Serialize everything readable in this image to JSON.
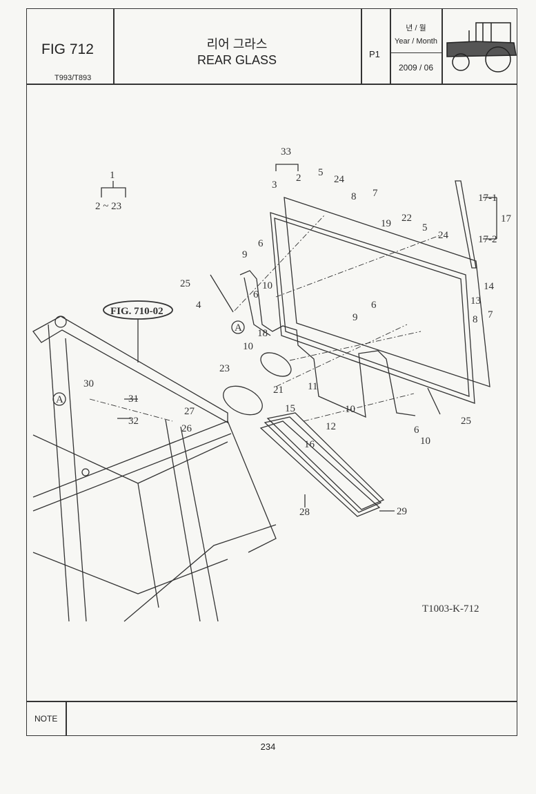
{
  "header": {
    "fig_number": "FIG 712",
    "model": "T993/T893",
    "title_ko": "리어 그라스",
    "title_en": "REAR GLASS",
    "page": "P1",
    "date_label_ko": "년 / 월",
    "date_label_en": "Year / Month",
    "date_value": "2009 / 06"
  },
  "diagram": {
    "ref_figure": "FIG. 710-02",
    "drawing_code": "T1003-K-712",
    "group_label": "1",
    "group_range": "2 ~ 23",
    "callouts": [
      "33",
      "2",
      "3",
      "5",
      "24",
      "8",
      "7",
      "19",
      "22",
      "5",
      "24",
      "17-1",
      "17",
      "17-2",
      "14",
      "13",
      "6",
      "9",
      "10",
      "25",
      "6",
      "4",
      "A",
      "6",
      "9",
      "8",
      "7",
      "10",
      "18",
      "23",
      "21",
      "11",
      "10",
      "15",
      "12",
      "16",
      "6",
      "10",
      "25",
      "30",
      "31",
      "A",
      "27",
      "32",
      "26",
      "28",
      "29"
    ]
  },
  "footer": {
    "note_label": "NOTE",
    "page_number": "234"
  }
}
